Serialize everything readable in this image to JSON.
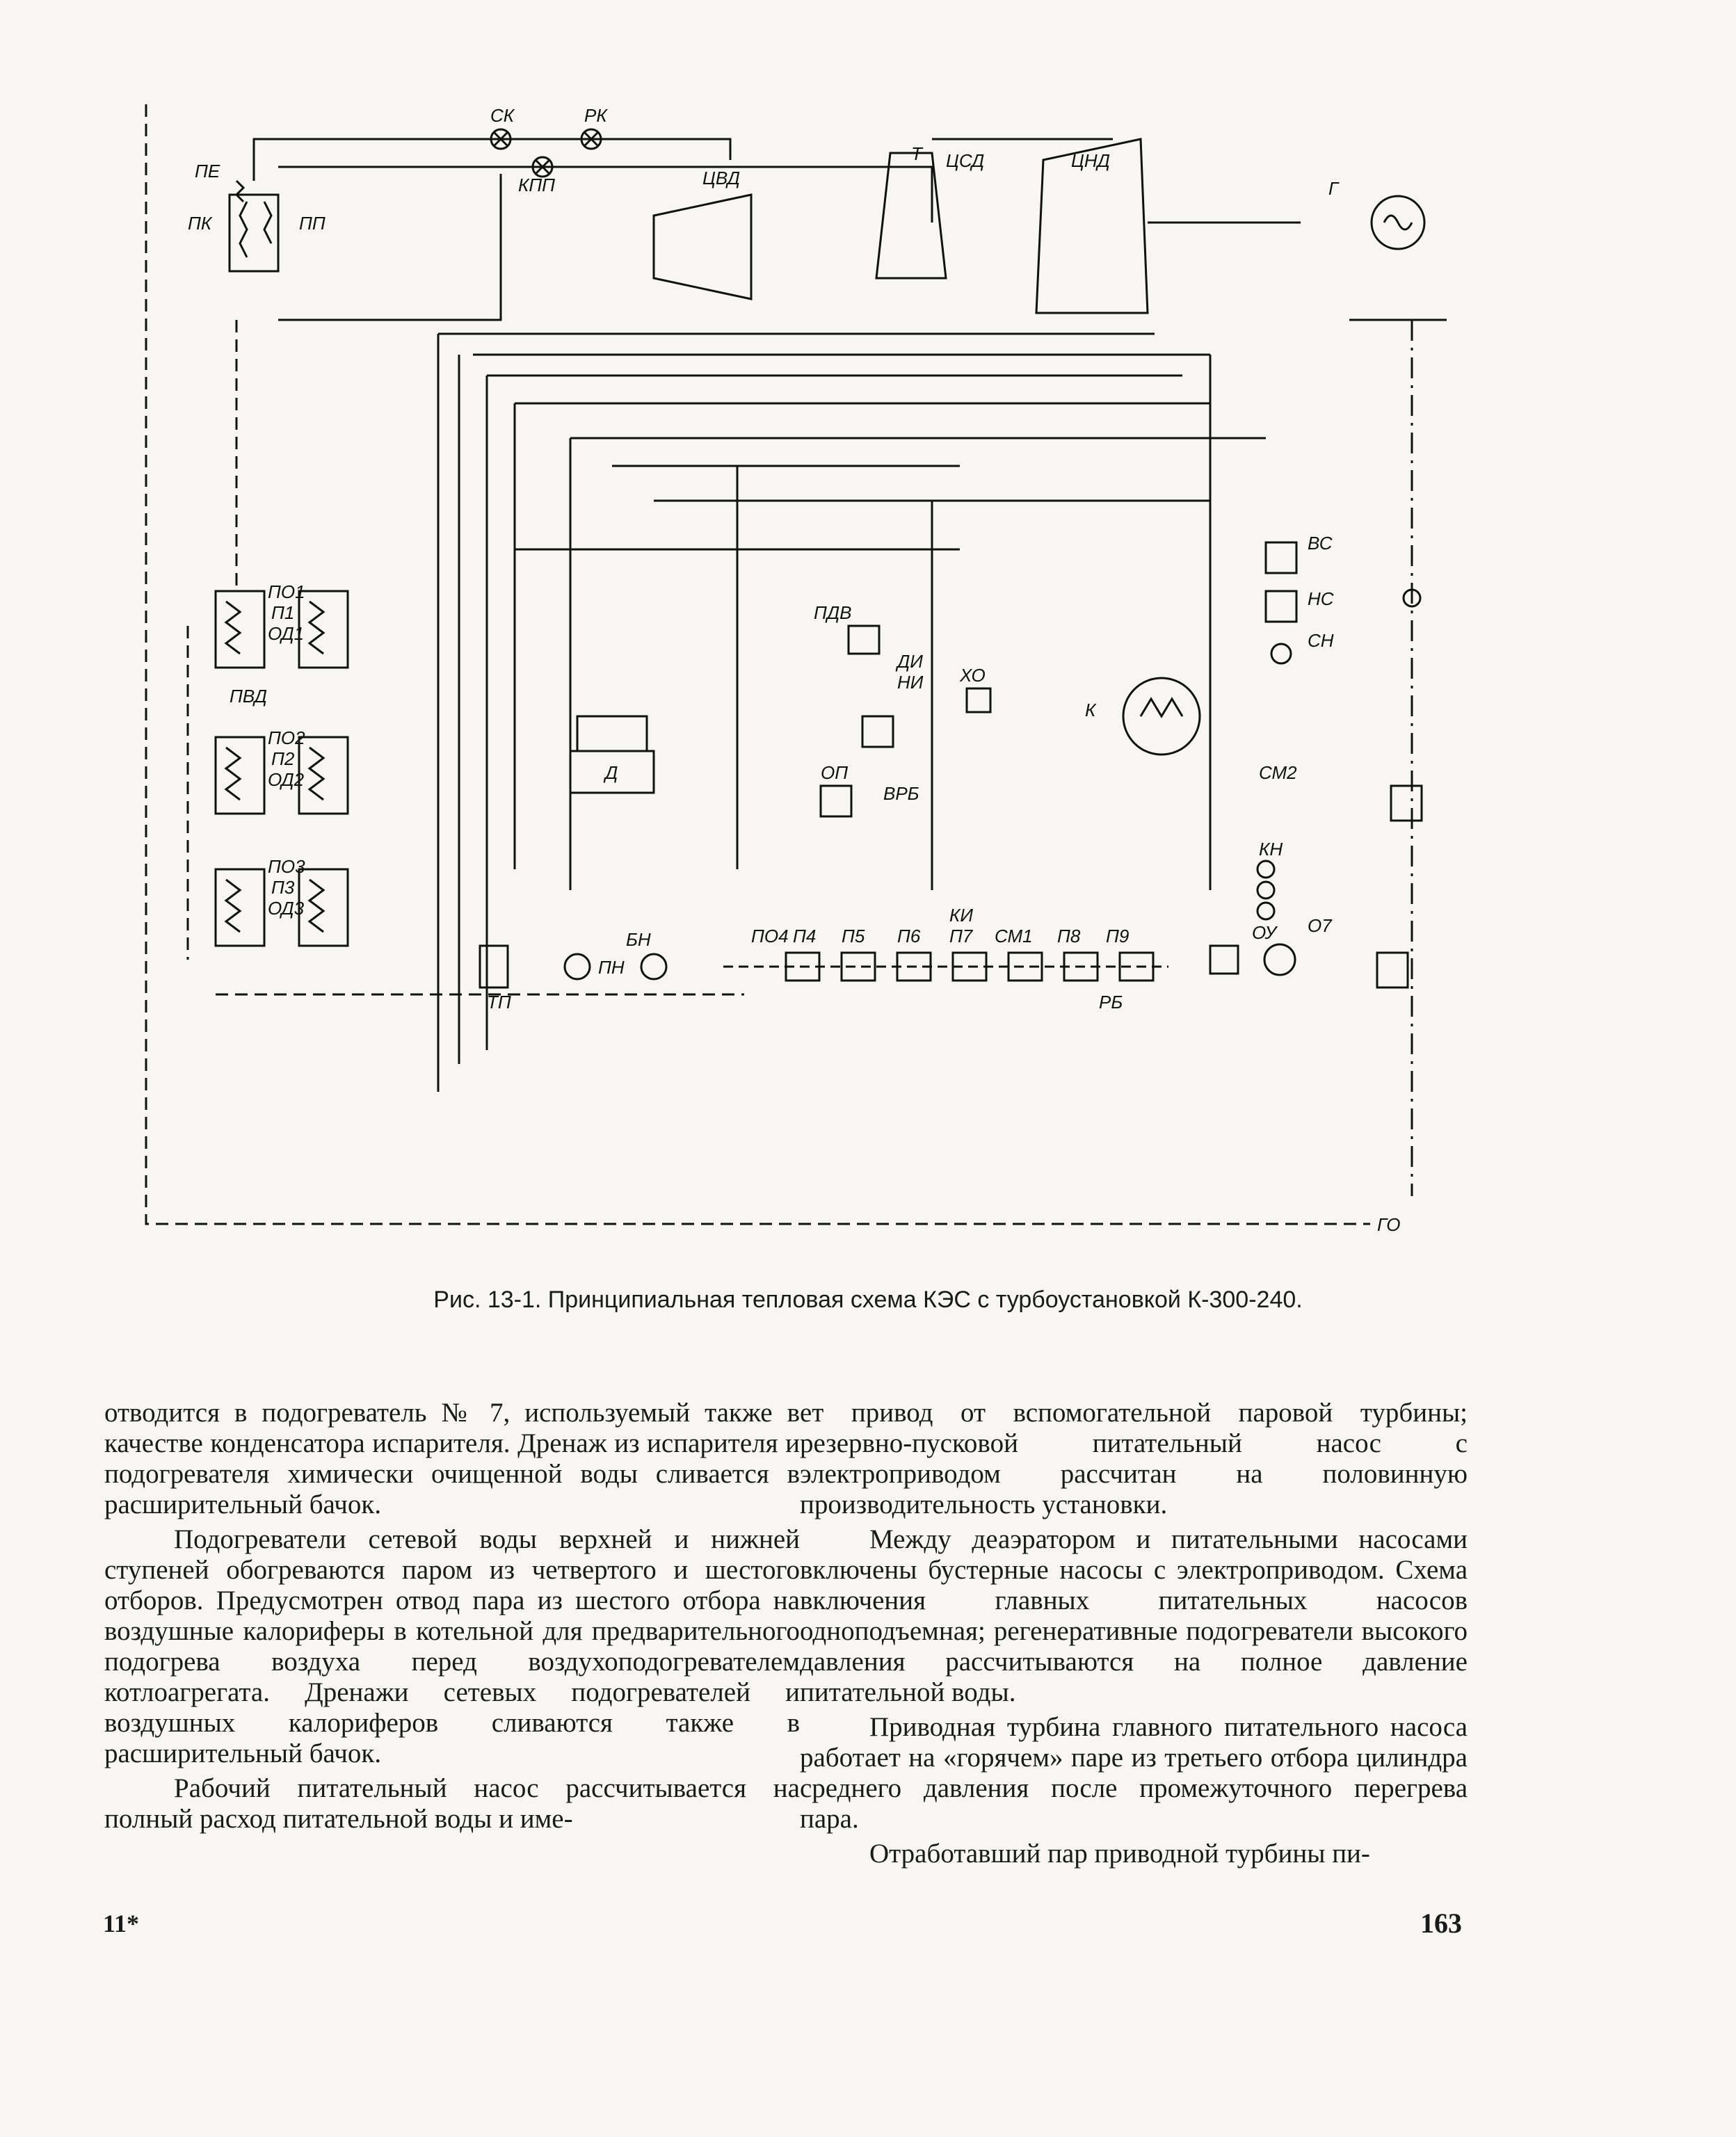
{
  "figure": {
    "caption": "Рис. 13-1. Принципиальная тепловая схема КЭС с турбоустановкой К-300-240.",
    "labels": {
      "ck": "СК",
      "rk": "РК",
      "kpp": "КПП",
      "pe": "ПЕ",
      "pk": "ПК",
      "pp": "ПП",
      "cvd": "ЦВД",
      "csd": "ЦСД",
      "cnd": "ЦНД",
      "g": "Г",
      "t": "Т",
      "vs": "ВС",
      "ns": "НС",
      "sn": "СН",
      "k": "К",
      "xo": "ХО",
      "pdv": "ПДВ",
      "di": "ДИ",
      "ni": "НИ",
      "op": "ОП",
      "vrb": "ВРБ",
      "d": "Д",
      "bn": "БН",
      "pn": "ПН",
      "tp": "ТП",
      "po1": "ПО1",
      "p1": "П1",
      "od1": "ОД1",
      "pvd": "ПВД",
      "po2": "ПО2",
      "p2": "П2",
      "od2": "ОД2",
      "po3": "ПО3",
      "p3": "П3",
      "od3": "ОД3",
      "po4": "ПО4",
      "p4": "П4",
      "p5": "П5",
      "p6": "П6",
      "p7": "П7",
      "ki": "КИ",
      "sm1": "СМ1",
      "p8": "П8",
      "p9": "П9",
      "rb": "РБ",
      "sm2": "СМ2",
      "kn": "КН",
      "ou": "ОУ",
      "o7": "О7",
      "go": "ГО"
    }
  },
  "text": {
    "left_paragraphs": [
      "отводится в подогреватель № 7, используемый также в качестве конденсатора испарителя. Дренаж из испарителя и подогревателя химически очищенной воды сливается в расширительный бачок.",
      "Подогреватели сетевой воды верхней и нижней ступеней обогреваются паром из четвертого и шестого отборов. Предусмотрен отвод пара из шестого отбора на воздушные калориферы в котельной для предварительного подогрева воздуха перед воздухоподогревателем котлоагрегата. Дренажи сетевых подогревателей и воздушных калориферов сливаются также в расширительный бачок.",
      "Рабочий питательный насос рассчитывается на полный расход питательной воды и име-"
    ],
    "right_paragraphs": [
      "ет привод от вспомогательной паровой турбины; резервно-пусковой питательный насос с электроприводом рассчитан на половинную производительность установки.",
      "Между деаэратором и питательными насосами включены бустерные насосы с электроприводом. Схема включения главных питательных насосов одноподъемная; регенеративные подогреватели высокого давления рассчитываются на полное давление питательной воды.",
      "Приводная турбина главного питательного насоса работает на «горячем» паре из третьего отбора цилиндра среднего давления после промежуточного перегрева пара.",
      "Отработавший пар приводной турбины пи-"
    ],
    "signature": "11*",
    "page_number": "163"
  }
}
